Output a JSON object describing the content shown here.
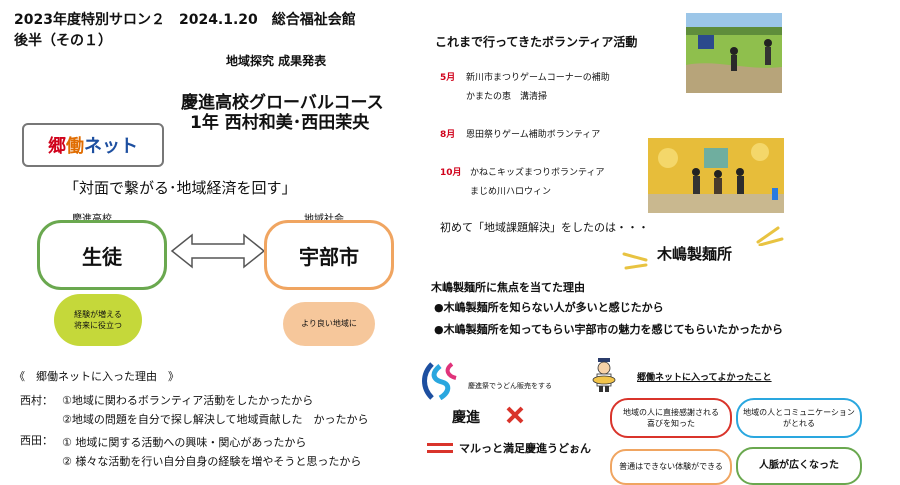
{
  "header": {
    "line1": "2023年度特別サロン２　2024.1.20　総合福祉会館",
    "line2": "後半（その１）",
    "subtitle": "地域探究  成果発表",
    "school": "慶進高校グローバルコース",
    "students": "1年  西村和美･西田茉央"
  },
  "logo": {
    "part1": "郷",
    "part2": "働",
    "part3": "ネット"
  },
  "slogan": "「対面で繋がる･地域経済を回す」",
  "left_group": {
    "caption": "慶進高校",
    "label": "生徒",
    "bubble_line1": "経験が増える",
    "bubble_line2": "将来に役立つ"
  },
  "right_group": {
    "caption": "地域社会",
    "label": "宇部市",
    "bubble": "より良い地域に"
  },
  "reasons": {
    "title": "《　郷働ネットに入った理由　》",
    "nishimura_name": "西村：",
    "nishimura_1": "①地域に関わるボランティア活動をしたかったから",
    "nishimura_2": "②地域の問題を自分で探し解決して地域貢献した　かったから",
    "nishida_name": "西田：",
    "nishida_1": "① 地域に関する活動への興味・関心があったから",
    "nishida_2": "② 様々な活動を行い自分自身の経験を増やそうと思ったから"
  },
  "volunteer": {
    "title": "これまで行ってきたボランティア活動",
    "may_month": "5月",
    "may_1": "新川市まつりゲームコーナーの補助",
    "may_2": "かまたの恵　溝清掃",
    "aug_month": "8月",
    "aug_1": "恩田祭りゲーム補助ボランティア",
    "oct_month": "10月",
    "oct_1": "かねこキッズまつりボランティア",
    "oct_2": "まじめ川ハロウィン",
    "first_time": "初めて「地域課題解決」をしたのは・・・",
    "company": "木嶋製麺所"
  },
  "focus": {
    "title": "木嶋製麺所に焦点を当てた理由",
    "item1": "●木嶋製麺所を知らない人が多いと感じたから",
    "item2": "●木嶋製麺所を知ってもらい宇部市の魅力を感じてもらいたかったから"
  },
  "collab": {
    "event": "慶進祭でうどん販売をする",
    "keishin": "慶進",
    "result": "マルっと満足慶進うどぉん"
  },
  "good_points": {
    "title": "郷働ネットに入ってよかったこと",
    "o1_line1": "地域の人に直接感謝される",
    "o1_line2": "喜びを知った",
    "o2_line1": "地域の人とコミュニケーション",
    "o2_line2": "がとれる",
    "o3": "普通はできない体験ができる",
    "o4": "人脈が広くなった"
  },
  "colors": {
    "green": "#6aa84f",
    "orange": "#f0a561",
    "red": "#d0021b",
    "blue": "#1d4fa0",
    "yellow_green": "#c5d83a",
    "mark_red": "#d9342b"
  }
}
